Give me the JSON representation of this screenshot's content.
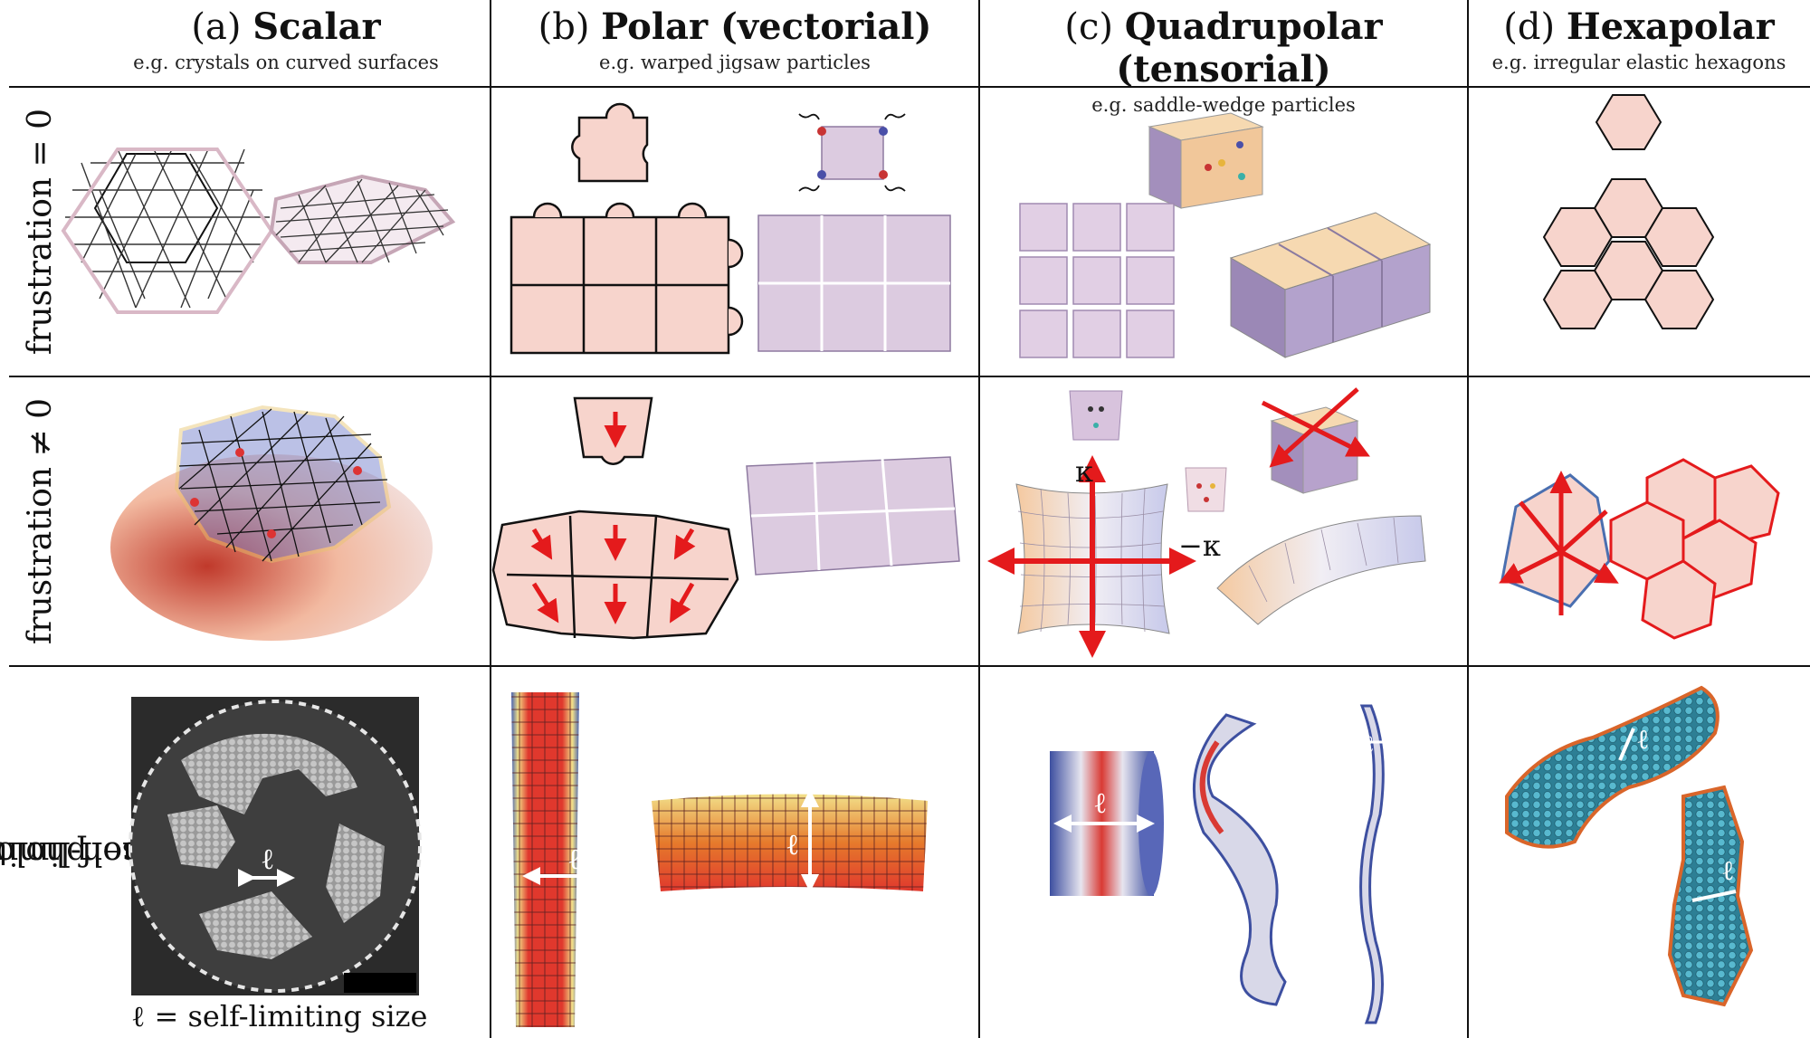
{
  "columns": [
    {
      "label": "(a)",
      "name": "Scalar",
      "example": "e.g. crystals on curved surfaces"
    },
    {
      "label": "(b)",
      "name": "Polar (vectorial)",
      "example": "e.g. warped jigsaw particles"
    },
    {
      "label": "(c)",
      "name": "Quadrupolar (tensorial)",
      "example": "e.g. saddle-wedge particles"
    },
    {
      "label": "(d)",
      "name": "Hexapolar",
      "example": "e.g. irregular elastic hexagons"
    }
  ],
  "rows": [
    {
      "label": "frustration = 0"
    },
    {
      "label": "frustration ≠ 0"
    },
    {
      "label_line1": "self-limiting",
      "label_line2": "morphologies"
    }
  ],
  "annotations": {
    "size_caption": "ℓ = self-limiting size",
    "ell": "ℓ",
    "kappa": "κ",
    "minus_kappa": "−κ"
  },
  "colors": {
    "pink": "#f7d4cc",
    "lavender": "#d9c6e0",
    "arrow_red": "#e41a1c",
    "node_blue": "#4a4fa8",
    "node_red": "#c83434",
    "teal": "#2f8fa6",
    "tile_orange": "#f4c9a0"
  }
}
